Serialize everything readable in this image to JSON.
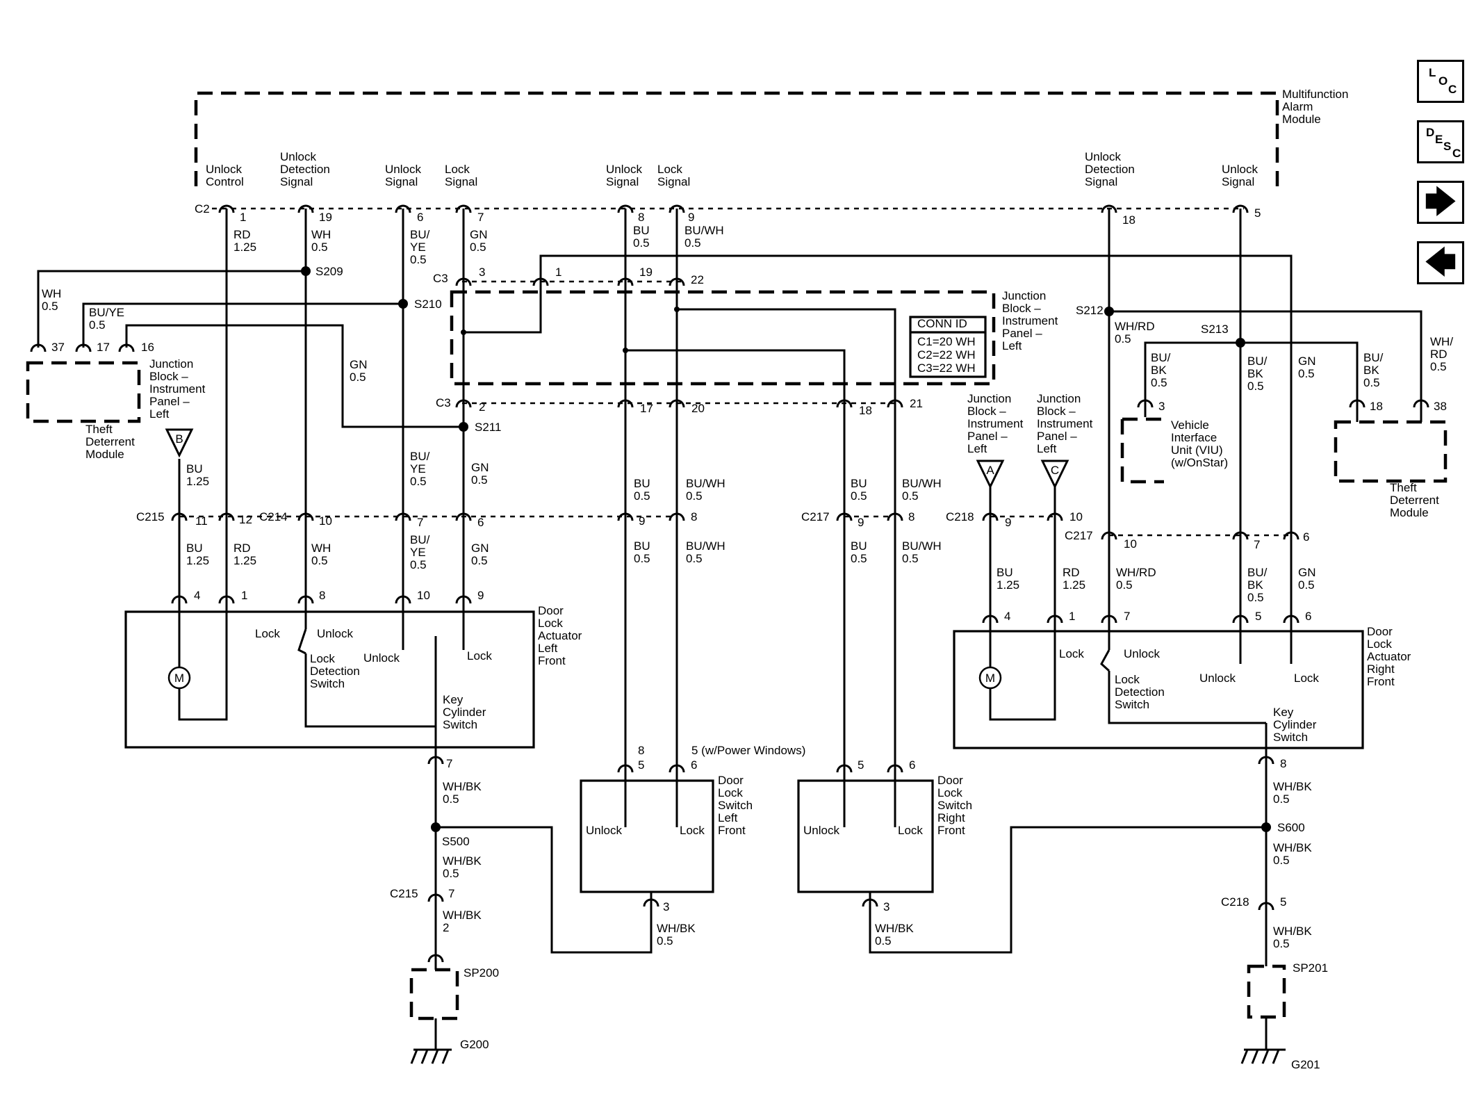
{
  "modules": {
    "mam": [
      "Multifunction",
      "Alarm",
      "Module"
    ],
    "jb_top": [
      "Junction",
      "Block –",
      "Instrument",
      "Panel –",
      "Left"
    ],
    "jb_left": [
      "Junction",
      "Block –",
      "Instrument",
      "Panel –",
      "Left"
    ],
    "jb_right_a": [
      "Junction",
      "Block –",
      "Instrument",
      "Panel –",
      "Left"
    ],
    "jb_right_c": [
      "Junction",
      "Block –",
      "Instrument",
      "Panel –",
      "Left"
    ],
    "theft_left": [
      "Theft",
      "Deterrent",
      "Module"
    ],
    "theft_right": [
      "Theft",
      "Deterrent",
      "Module"
    ],
    "viu": [
      "Vehicle",
      "Interface",
      "Unit (VIU)",
      "(w/OnStar)"
    ],
    "act_left": [
      "Door",
      "Lock",
      "Actuator",
      "Left",
      "Front"
    ],
    "act_right": [
      "Door",
      "Lock",
      "Actuator",
      "Right",
      "Front"
    ],
    "sw_left": [
      "Door",
      "Lock",
      "Switch",
      "Left",
      "Front"
    ],
    "sw_right": [
      "Door",
      "Lock",
      "Switch",
      "Right",
      "Front"
    ]
  },
  "conn_id": {
    "title": "CONN ID",
    "rows": [
      "C1=20 WH",
      "C2=22 WH",
      "C3=22 WH"
    ]
  },
  "signals": {
    "unlock_control": [
      "Unlock",
      "Control"
    ],
    "unlock_det_1": [
      "Unlock",
      "Detection",
      "Signal"
    ],
    "unlock_sig_1": [
      "Unlock",
      "Signal"
    ],
    "lock_sig_1": [
      "Lock",
      "Signal"
    ],
    "unlock_sig_2": [
      "Unlock",
      "Signal"
    ],
    "lock_sig_2": [
      "Lock",
      "Signal"
    ],
    "unlock_det_2": [
      "Unlock",
      "Detection",
      "Signal"
    ],
    "unlock_sig_3": [
      "Unlock",
      "Signal"
    ]
  },
  "connectors": {
    "c2": "C2",
    "c3a": "C3",
    "c3b": "C3",
    "c215a": "C215",
    "c214": "C214",
    "c217a": "C217",
    "c218a": "C218",
    "c217b": "C217",
    "c215b": "C215",
    "c218b": "C218"
  },
  "splices": {
    "s209": "S209",
    "s210": "S210",
    "s211": "S211",
    "s212": "S212",
    "s213": "S213",
    "s500": "S500",
    "s600": "S600",
    "sp200": "SP200",
    "sp201": "SP201",
    "g200": "G200",
    "g201": "G201"
  },
  "pins": {
    "c2_1": "1",
    "c2_19": "19",
    "c2_6": "6",
    "c2_7": "7",
    "c2_8": "8",
    "c2_9": "9",
    "c2_18": "18",
    "c2_5": "5",
    "c3_3": "3",
    "c3_1": "1",
    "c3_19": "19",
    "c3_22": "22",
    "c3_2": "2",
    "c3_17": "17",
    "c3_20": "20",
    "c3_18": "18",
    "c3_21": "21",
    "t_37": "37",
    "t_17": "17",
    "t_16": "16",
    "c215_11": "11",
    "c215_12": "12",
    "c214_10": "10",
    "c214_7": "7",
    "c214_6": "6",
    "c214_9": "9",
    "c214_8": "8",
    "c217_9": "9",
    "c217_8": "8",
    "c218_9": "9",
    "c218_10": "10",
    "c217_10": "10",
    "c217_7": "7",
    "c217_6": "6",
    "viu_3": "3",
    "tr_18": "18",
    "tr_38": "38",
    "al_4": "4",
    "al_1": "1",
    "al_8": "8",
    "al_10": "10",
    "al_9": "9",
    "al_7": "7",
    "ar_4": "4",
    "ar_1": "1",
    "ar_7": "7",
    "ar_5": "5",
    "ar_6": "6",
    "ar_8": "8",
    "sl_8": "8",
    "sl_5": "5",
    "sl_6": "6",
    "sl_3": "3",
    "sr_5": "5",
    "sr_6": "6",
    "sr_3": "3",
    "c215_7": "7",
    "c218_5": "5"
  },
  "wire_labels": {
    "w_rd125_a": [
      "RD",
      "1.25"
    ],
    "w_wh05_a": [
      "WH",
      "0.5"
    ],
    "w_buye05_a": [
      "BU/",
      "YE",
      "0.5"
    ],
    "w_gn05_a": [
      "GN",
      "0.5"
    ],
    "w_bu05_a": [
      "BU",
      "0.5"
    ],
    "w_buwh05_a": [
      "BU/WH",
      "0.5"
    ],
    "w_wh05_b": [
      "WH",
      "0.5"
    ],
    "w_buye05_b": [
      "BU/YE",
      "0.5"
    ],
    "w_gn05_b": [
      "GN",
      "0.5"
    ],
    "w_bu125_a": [
      "BU",
      "1.25"
    ],
    "w_buye05_c": [
      "BU/",
      "YE",
      "0.5"
    ],
    "w_gn05_c": [
      "GN",
      "0.5"
    ],
    "w_bu05_b": [
      "BU",
      "0.5"
    ],
    "w_buwh05_b": [
      "BU/WH",
      "0.5"
    ],
    "w_bu05_c": [
      "BU",
      "0.5"
    ],
    "w_buwh05_c": [
      "BU/WH",
      "0.5"
    ],
    "w_bu125_b": [
      "BU",
      "1.25"
    ],
    "w_rd125_b": [
      "RD",
      "1.25"
    ],
    "w_wh05_c": [
      "WH",
      "0.5"
    ],
    "w_buye05_d": [
      "BU/",
      "YE",
      "0.5"
    ],
    "w_gn05_d": [
      "GN",
      "0.5"
    ],
    "w_bu05_d": [
      "BU",
      "0.5"
    ],
    "w_buwh05_d": [
      "BU/WH",
      "0.5"
    ],
    "w_bu05_e": [
      "BU",
      "0.5"
    ],
    "w_buwh05_e": [
      "BU/WH",
      "0.5"
    ],
    "w_whrd05_a": [
      "WH/RD",
      "0.5"
    ],
    "w_bubk05_a": [
      "BU/",
      "BK",
      "0.5"
    ],
    "w_bubk05_b": [
      "BU/",
      "BK",
      "0.5"
    ],
    "w_gn05_e": [
      "GN",
      "0.5"
    ],
    "w_bubk05_c": [
      "BU/",
      "BK",
      "0.5"
    ],
    "w_whrd05_b": [
      "WH/",
      "RD",
      "0.5"
    ],
    "w_bu125_c": [
      "BU",
      "1.25"
    ],
    "w_rd125_c": [
      "RD",
      "1.25"
    ],
    "w_whrd05_c": [
      "WH/RD",
      "0.5"
    ],
    "w_bubk05_d": [
      "BU/",
      "BK",
      "0.5"
    ],
    "w_gn05_f": [
      "GN",
      "0.5"
    ],
    "w_whbk05_a": [
      "WH/BK",
      "0.5"
    ],
    "w_whbk05_b": [
      "WH/BK",
      "0.5"
    ],
    "w_whbk2": [
      "WH/BK",
      "2"
    ],
    "w_whbk05_c": [
      "WH/BK",
      "0.5"
    ],
    "w_whbk05_d": [
      "WH/BK",
      "0.5"
    ],
    "w_whbk05_e": [
      "WH/BK",
      "0.5"
    ],
    "w_whbk05_f": [
      "WH/BK",
      "0.5"
    ],
    "w_whbk05_g": [
      "WH/BK",
      "0.5"
    ]
  },
  "internal": {
    "lock": "Lock",
    "unlock": "Unlock",
    "lock_det_sw": [
      "Lock",
      "Detection",
      "Switch"
    ],
    "key_cyl_sw": [
      "Key",
      "Cylinder",
      "Switch"
    ],
    "motor": "M",
    "power_windows": "5 (w/Power Windows)",
    "conn_b": "B",
    "conn_a": "A",
    "conn_c": "C"
  },
  "nav": {
    "loc": [
      "L",
      "O",
      "C"
    ],
    "desc": [
      "D",
      "E",
      "S",
      "C"
    ],
    "next": "🡆",
    "prev": "🡄"
  }
}
